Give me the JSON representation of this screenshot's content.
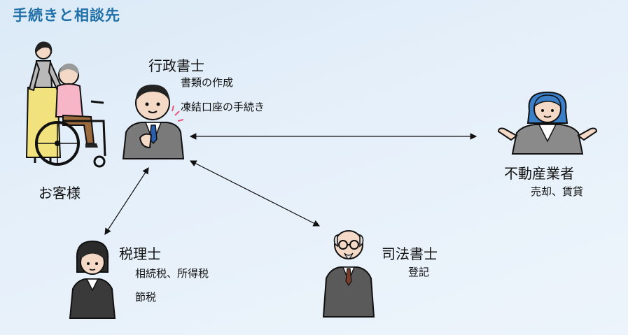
{
  "title": "手続きと相談先",
  "nodes": {
    "customer": {
      "label": "お客様"
    },
    "gyosei": {
      "label": "行政書士",
      "items": [
        "書類の作成",
        "凍結口座の手続き"
      ]
    },
    "fudosan": {
      "label": "不動産業者",
      "items": [
        "売却、賃貸"
      ]
    },
    "zeirishi": {
      "label": "税理士",
      "items": [
        "相続税、所得税",
        "節税"
      ]
    },
    "shiho": {
      "label": "司法書士",
      "items": [
        "登記"
      ]
    }
  },
  "colors": {
    "title": "#1f6fa8",
    "suit": "#707070",
    "hair_blue": "#3a7fc8"
  }
}
